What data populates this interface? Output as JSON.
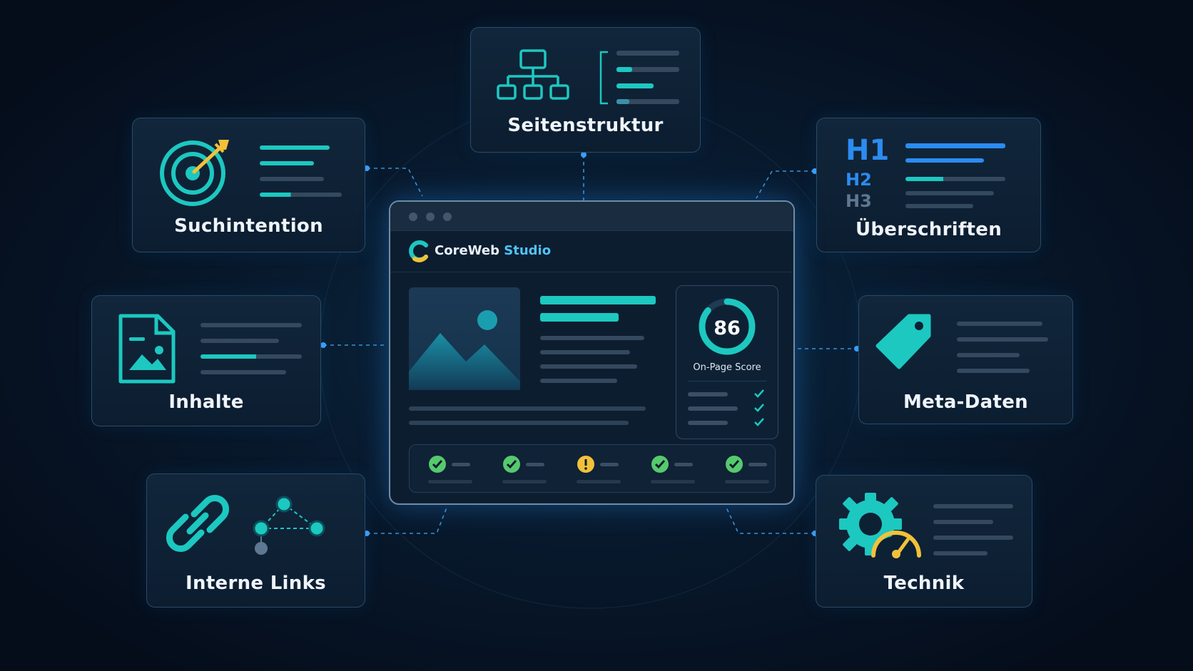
{
  "app": {
    "brand_prefix": "CoreWeb",
    "brand_suffix": "Studio"
  },
  "score": {
    "value": "86",
    "label": "On-Page Score",
    "fraction": 0.86
  },
  "nodes": {
    "seitenstruktur": "Seitenstruktur",
    "suchintention": "Suchintention",
    "ueberschriften": "Überschriften",
    "inhalte": "Inhalte",
    "meta_daten": "Meta-Daten",
    "interne_links": "Interne Links",
    "technik": "Technik"
  },
  "headings": {
    "h1": "H1",
    "h2": "H2",
    "h3": "H3"
  },
  "status_checks": [
    "ok",
    "ok",
    "warning",
    "ok",
    "ok"
  ],
  "icons": {
    "structure": "sitemap-icon",
    "search": "target-arrow-icon",
    "content": "document-image-icon",
    "meta": "tag-icon",
    "links": "chain-link-icon",
    "tech": "gear-gauge-icon",
    "ok": "check-circle-icon",
    "warning": "exclamation-circle-icon"
  },
  "colors": {
    "teal": "#1cc8c0",
    "blue": "#2b8cf2",
    "yellow": "#f2c13a",
    "green": "#56c96d",
    "background": "#07152a"
  }
}
